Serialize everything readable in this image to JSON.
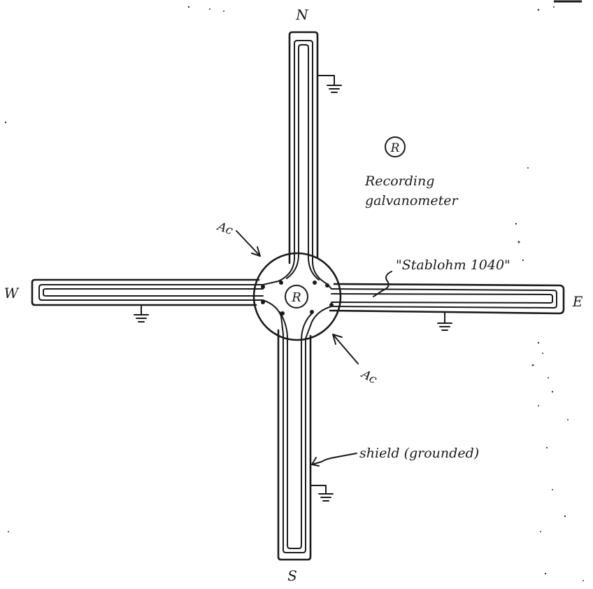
{
  "compass": {
    "north": "N",
    "south": "S",
    "east": "E",
    "west": "W"
  },
  "center_symbol": "R",
  "legend": {
    "symbol": "R",
    "line1": "Recording",
    "line2": "galvanometer"
  },
  "labels": {
    "ac_top": "Ac",
    "ac_bottom": "Ac",
    "wire": "\"Stablohm 1040\"",
    "shield": "shield (grounded)"
  },
  "icons": [
    "ground-icon",
    "galvanometer-icon",
    "arrow-icon"
  ]
}
